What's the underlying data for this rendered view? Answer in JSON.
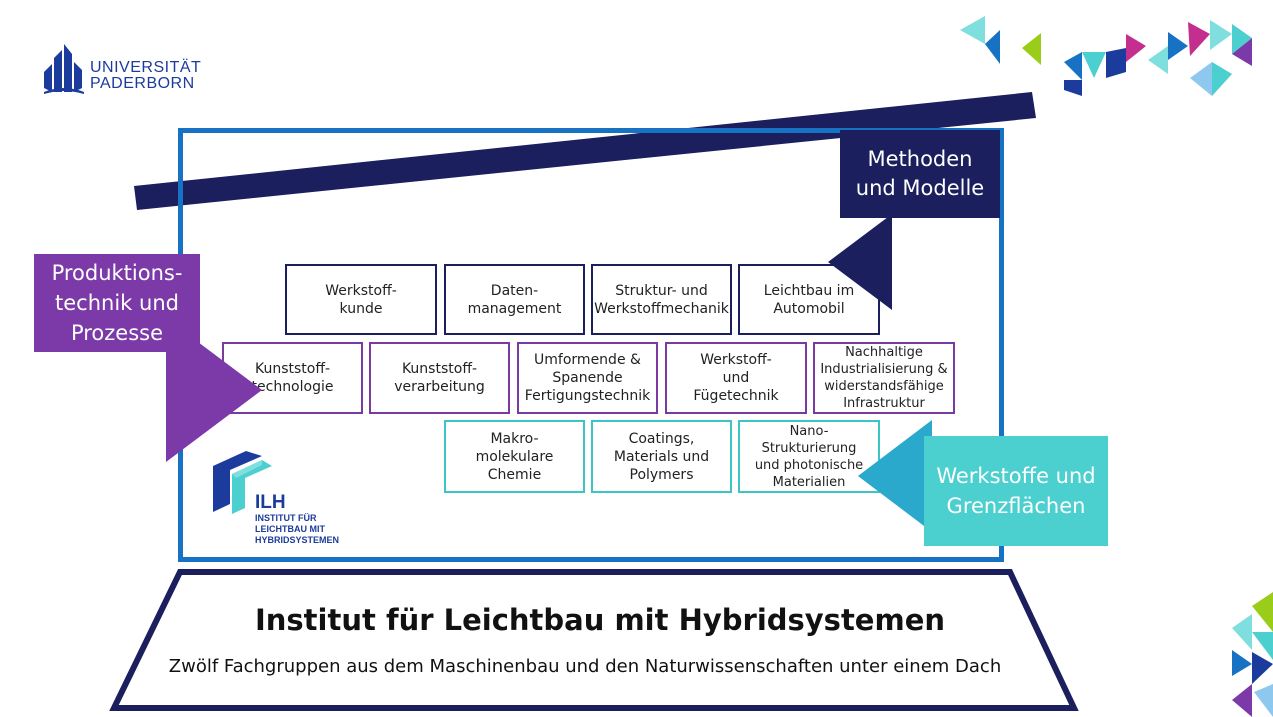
{
  "university": {
    "line1": "UNIVERSITÄT",
    "line2": "PADERBORN"
  },
  "pillars": {
    "methods": "Methoden\nund Modelle",
    "production": "Produktions-\ntechnik und\nProzesse",
    "materials": "Werkstoffe und\nGrenzflächen"
  },
  "groups": {
    "row1": [
      "Werkstoff-\nkunde",
      "Daten-\nmanagement",
      "Struktur- und\nWerkstoffmechanik",
      "Leichtbau im\nAutomobil"
    ],
    "row2": [
      "Kunststoff-\ntechnologie",
      "Kunststoff-\nverarbeitung",
      "Umformende &\nSpanende\nFertigungstechnik",
      "Werkstoff-\nund\nFügetechnik",
      "Nachhaltige\nIndustrialisierung &\nwiderstandsfähige\nInfrastruktur"
    ],
    "row3": [
      "Makro-\nmolekulare\nChemie",
      "Coatings,\nMaterials und\nPolymers",
      "Nano-\nStrukturierung\nund photonische\nMaterialien"
    ]
  },
  "ilh": {
    "abbr": "ILH",
    "name": "INSTITUT FÜR\nLEICHTBAU MIT\nHYBRIDSYSTEMEN"
  },
  "base": {
    "title": "Institut für Leichtbau mit Hybridsystemen",
    "subtitle": "Zwölf Fachgruppen aus dem Maschinenbau und den Naturwissenschaften unter einem Dach"
  },
  "colors": {
    "navy": "#1b1f5e",
    "blue": "#1772c4",
    "purple": "#7b3aa8",
    "teal": "#4ccfcf",
    "lime": "#9acd1a",
    "pink": "#c42e8e"
  }
}
